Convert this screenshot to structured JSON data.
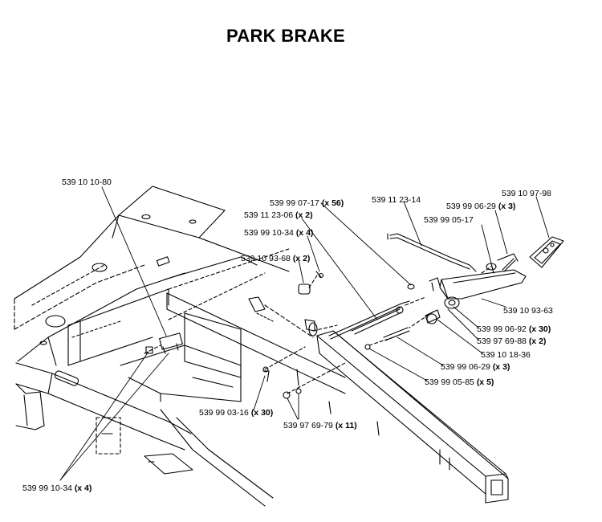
{
  "title": "PARK BRAKE",
  "callouts": [
    {
      "part": "539 10 10-80",
      "qty": ""
    },
    {
      "part": "539 99 07-17",
      "qty": "(x 56)"
    },
    {
      "part": "539 11 23-06",
      "qty": "(x 2)"
    },
    {
      "part": "539 11 23-14",
      "qty": ""
    },
    {
      "part": "539 99 10-34",
      "qty": "(x 4)"
    },
    {
      "part": "539 10 93-68",
      "qty": "(x 2)"
    },
    {
      "part": "539 99 06-29",
      "qty": "(x 3)"
    },
    {
      "part": "539 99 05-17",
      "qty": ""
    },
    {
      "part": "539 10 97-98",
      "qty": ""
    },
    {
      "part": "539 10 93-63",
      "qty": ""
    },
    {
      "part": "539 99 06-92",
      "qty": "(x 30)"
    },
    {
      "part": "539 97 69-88",
      "qty": "(x 2)"
    },
    {
      "part": "539 10 18-36",
      "qty": ""
    },
    {
      "part": "539 99 06-29",
      "qty": "(x 3)"
    },
    {
      "part": "539 99 05-85",
      "qty": "(x 5)"
    },
    {
      "part": "539 99 03-16",
      "qty": "(x 30)"
    },
    {
      "part": "539 97 69-79",
      "qty": "(x 11)"
    },
    {
      "part": "539 99 10-34",
      "qty": "(x 4)"
    }
  ]
}
